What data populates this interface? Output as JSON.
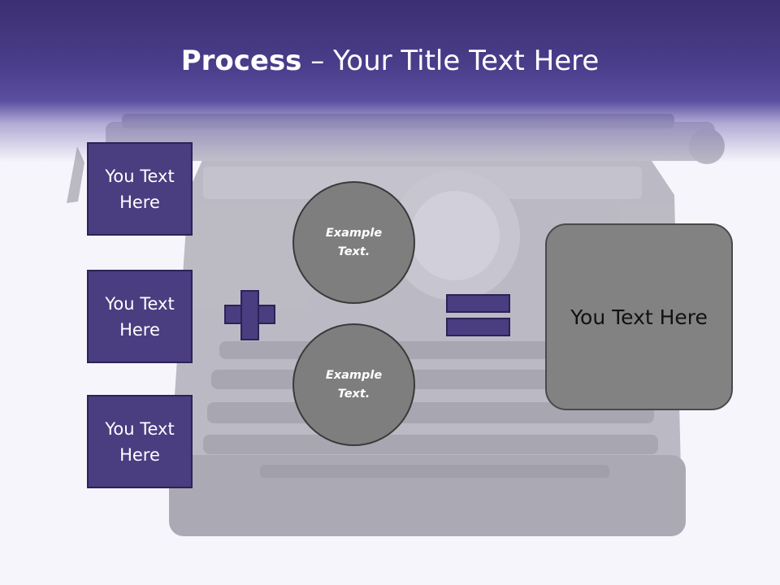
{
  "header": {
    "title_bold": "Process",
    "title_rest": " – Your Title Text Here"
  },
  "side_boxes": [
    {
      "label": "You Text\nHere"
    },
    {
      "label": "You Text\nHere"
    },
    {
      "label": "You Text\nHere"
    }
  ],
  "circles": [
    {
      "label": "Example\nText."
    },
    {
      "label": "Example\nText."
    }
  ],
  "result": {
    "label": "You Text Here"
  },
  "icons": {
    "background": "typewriter-photo",
    "operator_1": "plus-icon",
    "operator_2": "equals-icon"
  },
  "colors": {
    "header": "#4a3d8a",
    "box_fill": "#4a3d80",
    "box_border": "#2c2358",
    "circle_fill": "#7e7e7e",
    "result_fill": "#828282",
    "background": "#f6f5fb"
  }
}
